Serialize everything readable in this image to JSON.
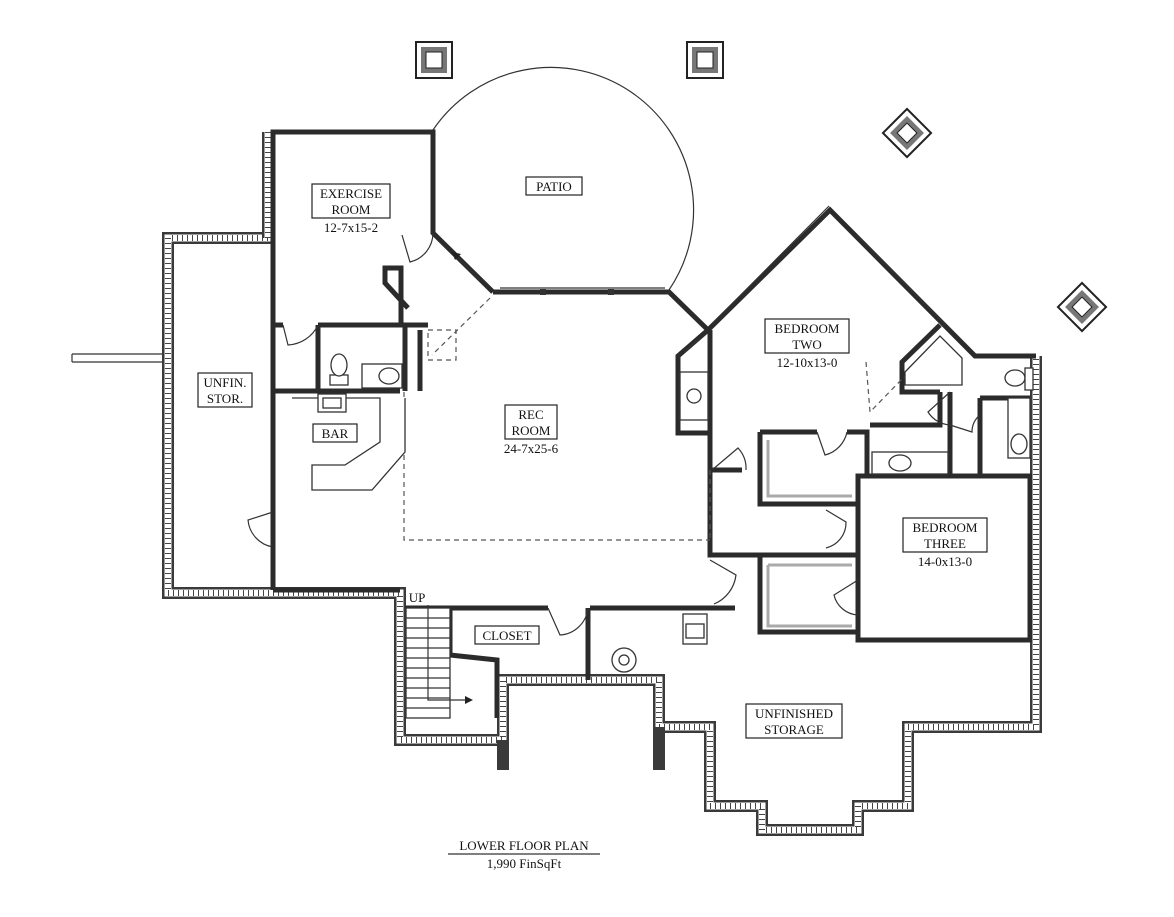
{
  "title": "LOWER FLOOR PLAN",
  "subtitle": "1,990 FinSqFt",
  "rooms": {
    "exercise": {
      "line1": "EXERCISE",
      "line2": "ROOM",
      "dims": "12-7x15-2"
    },
    "patio": {
      "name": "PATIO"
    },
    "unfin_stor": {
      "line1": "UNFIN.",
      "line2": "STOR."
    },
    "rec": {
      "line1": "REC",
      "line2": "ROOM",
      "dims": "24-7x25-6"
    },
    "bar": {
      "name": "BAR"
    },
    "bedroom_two": {
      "line1": "BEDROOM",
      "line2": "TWO",
      "dims": "12-10x13-0"
    },
    "bedroom_three": {
      "line1": "BEDROOM",
      "line2": "THREE",
      "dims": "14-0x13-0"
    },
    "closet": {
      "name": "CLOSET"
    },
    "unfinished_storage": {
      "line1": "UNFINISHED",
      "line2": "STORAGE"
    }
  },
  "stairs": {
    "label": "UP"
  },
  "colors": {
    "wall": "#2b2b2b",
    "background": "#ffffff"
  }
}
